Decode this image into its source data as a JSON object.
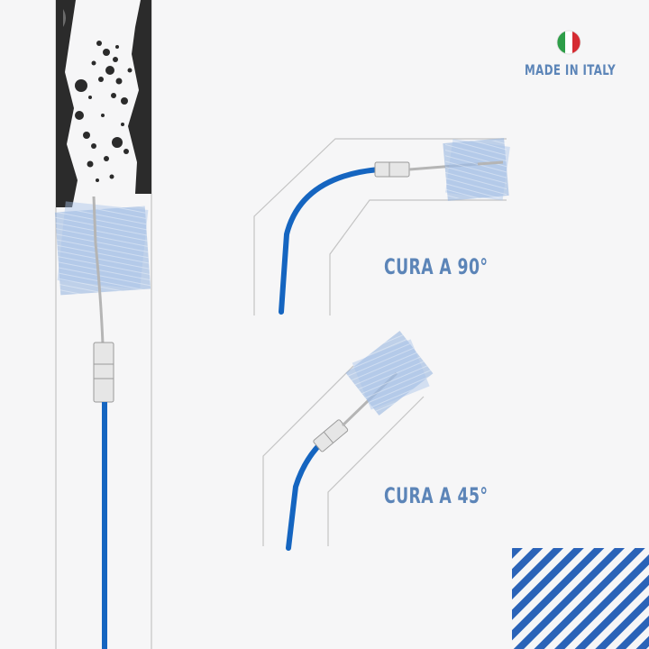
{
  "badge": {
    "text": "MADE IN ITALY",
    "flag_colors": [
      "#2e9e48",
      "#ffffff",
      "#d52b32"
    ]
  },
  "illustrations": [
    {
      "label": "CURA A 90°",
      "angle_deg": 90
    },
    {
      "label": "CURA A 45°",
      "angle_deg": 45
    }
  ],
  "colors": {
    "background": "#f6f6f7",
    "cable": "#1565c0",
    "brush": "#8fb0de",
    "label": "#5c85b8",
    "clog": "#2b2b2b",
    "pipe_wall": "#bdbdbd",
    "stripes": "#2a63b8"
  },
  "icons": [
    "italy-flag-icon",
    "drain-clog-illustration",
    "brush-head-icon",
    "connector-icon",
    "stripe-pattern"
  ]
}
